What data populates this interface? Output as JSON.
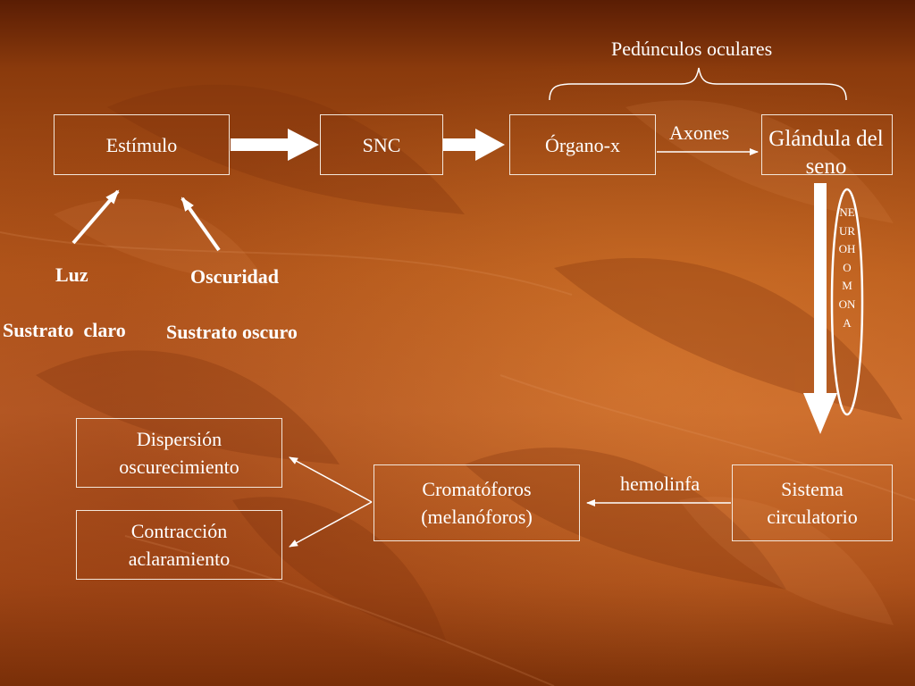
{
  "boxes": {
    "estimulo": "Estímulo",
    "snc": "SNC",
    "organo_x": "Órgano-x",
    "glandula": "Glándula del seno",
    "dispersion": [
      "Dispersión",
      "oscurecimiento"
    ],
    "contraccion": [
      "Contracción",
      "aclaramiento"
    ],
    "cromatoforos": [
      "Cromatóforos",
      "(melanóforos)"
    ],
    "sistema": [
      "Sistema",
      "circulatorio"
    ]
  },
  "labels": {
    "pedunculos": "Pedúnculos oculares",
    "axones": "Axones",
    "luz": "Luz",
    "oscuridad": "Oscuridad",
    "sustrato_claro": "Sustrato  claro",
    "sustrato_oscuro": "Sustrato oscuro",
    "hemolinfa": "hemolinfa",
    "neurohormona": "NEUROHOMONA"
  },
  "colors": {
    "line": "#ffffff",
    "box_border": "#f3e6da"
  }
}
